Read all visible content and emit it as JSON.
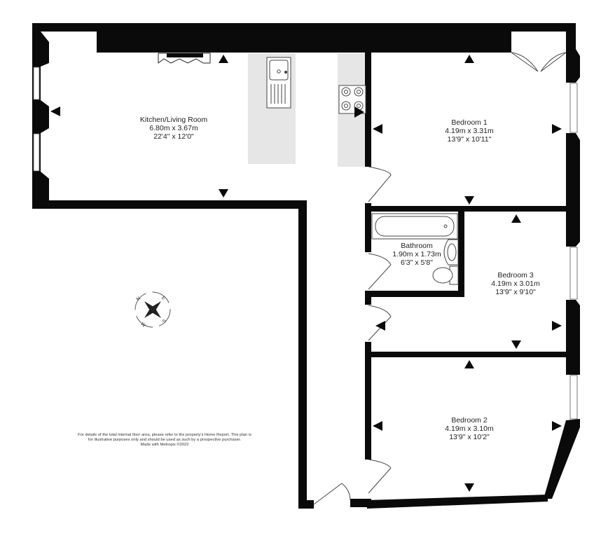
{
  "rooms": {
    "kitchen": {
      "name": "Kitchen/Living Room",
      "metric": "6.80m  x 3.67m",
      "imperial": "22'4\"  x 12'0\""
    },
    "bedroom1": {
      "name": "Bedroom 1",
      "metric": "4.19m  x 3.31m",
      "imperial": "13'9\"  x 10'11\""
    },
    "bathroom": {
      "name": "Bathroom",
      "metric": "1.90m  x 1.73m",
      "imperial": "6'3\"  x 5'8\""
    },
    "bedroom3": {
      "name": "Bedroom 3",
      "metric": "4.19m  x 3.01m",
      "imperial": "13'9\"  x 9'10\""
    },
    "bedroom2": {
      "name": "Bedroom 2",
      "metric": "4.19m  x 3.10m",
      "imperial": "13'9\"  x 10'2\""
    }
  },
  "compass": {
    "n": "N",
    "e": "E",
    "s": "S",
    "w": "W"
  },
  "disclaimer": {
    "line1": "For details of the total internal floor area, please refer to the property's Home Report. This plan is",
    "line2": "for illustrative purposes only and should be used as such by a prospective purchaser.",
    "line3": "Made with Metropix ©2022"
  },
  "colors": {
    "wall": "#0a0a0a",
    "worktop": "#e6e6e6",
    "window": "#ffffff",
    "fixture_stroke": "#444444"
  }
}
